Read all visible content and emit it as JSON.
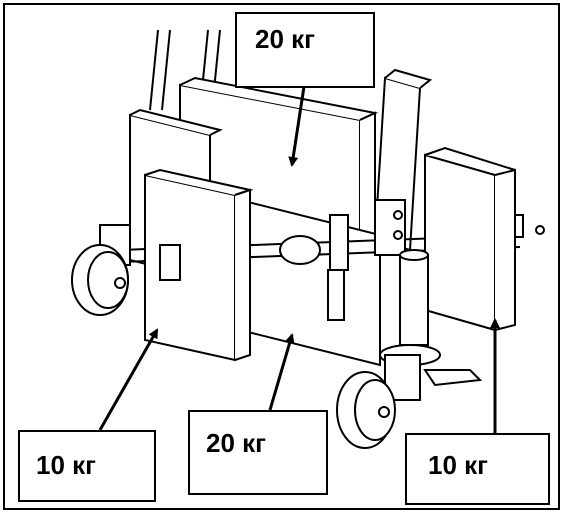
{
  "labels": {
    "top_weight": "20 кг",
    "bottom_center_weight": "20 кг",
    "bottom_left_weight": "10 кг",
    "bottom_right_weight": "10 кг"
  },
  "colors": {
    "line": "#000000",
    "fill": "#ffffff",
    "shade": "#e8e8e8"
  }
}
